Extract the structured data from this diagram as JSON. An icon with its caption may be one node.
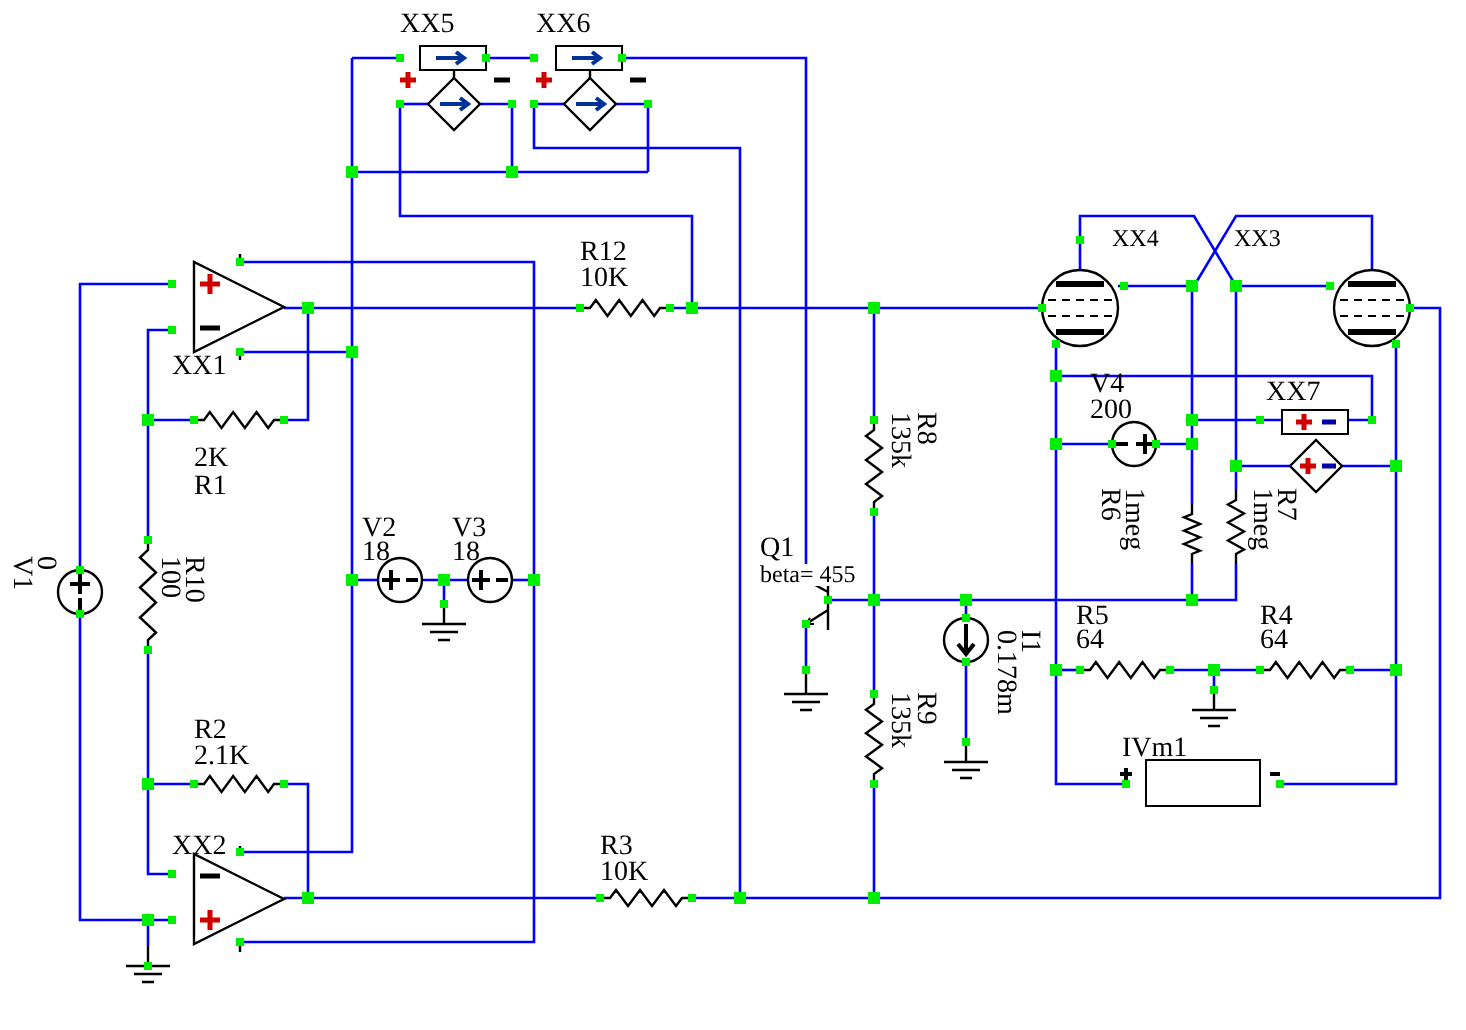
{
  "diagram": {
    "labels": [
      "XX5",
      "XX6",
      "R12",
      "10K",
      "XX4",
      "XX3",
      "XX1",
      "V4",
      "200",
      "XX7",
      "2K",
      "R1",
      "135k",
      "R8",
      "R6",
      "1meg",
      "1meg",
      "R7",
      "V2",
      "18",
      "V3",
      "18",
      "V1",
      "0",
      "100",
      "R10",
      "Q1",
      "beta= 455",
      "R5",
      "64",
      "R4",
      "64",
      "0.178m",
      "I1",
      "135k",
      "R9",
      "R2",
      "2.1K",
      "IVm1",
      "XX2",
      "R3",
      "10K"
    ]
  }
}
